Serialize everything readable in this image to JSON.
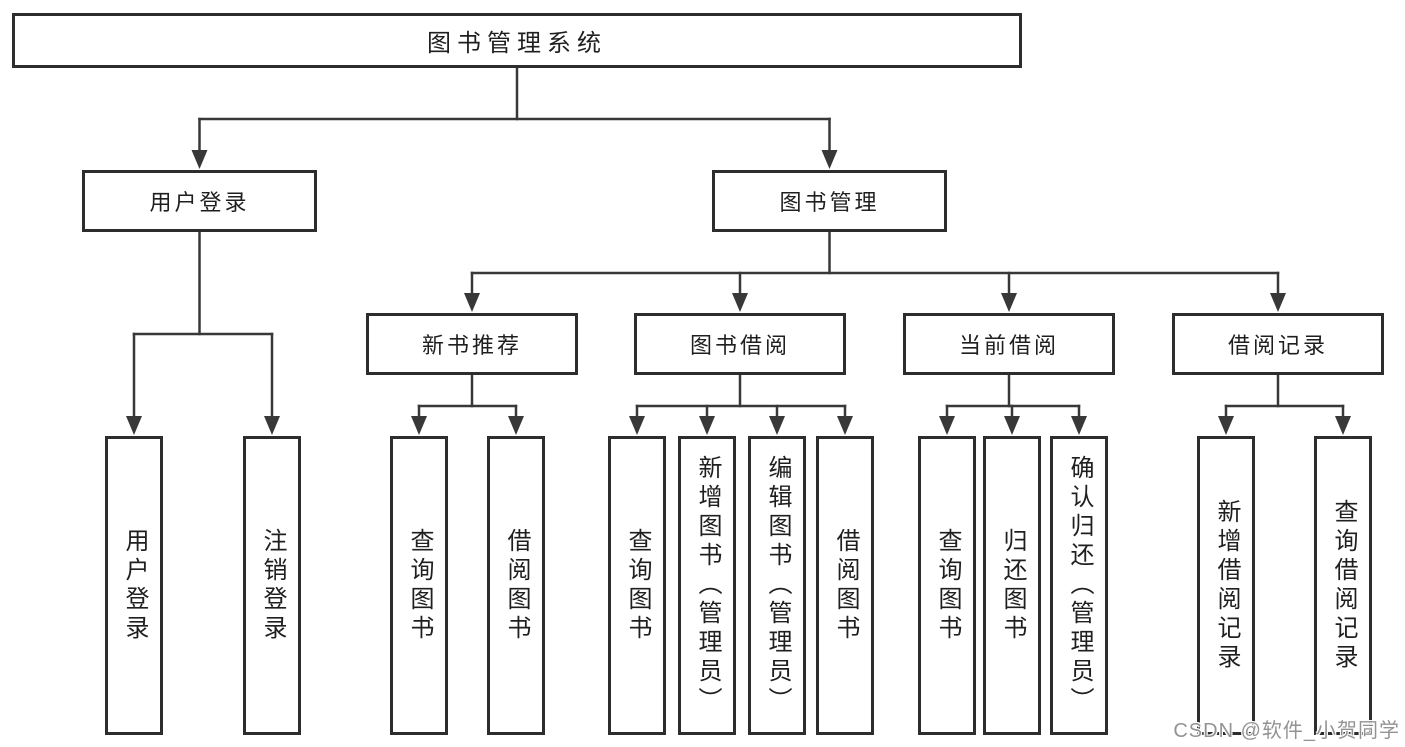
{
  "diagram": {
    "title": "图书管理系统",
    "watermark": "CSDN @软件_小贺同学",
    "colors": {
      "line": "#383838",
      "box_border": "#2d2d2d",
      "box_fill": "#ffffff",
      "text": "#1f1f1f",
      "watermark_text": "#808080"
    },
    "nodes": {
      "root": {
        "label": "图书管理系统"
      },
      "user_login": {
        "label": "用户登录"
      },
      "book_mgmt": {
        "label": "图书管理"
      },
      "new_book_rec": {
        "label": "新书推荐"
      },
      "book_borrow": {
        "label": "图书借阅"
      },
      "current_borrow": {
        "label": "当前借阅"
      },
      "borrow_record": {
        "label": "借阅记录"
      },
      "leaf_user_login": {
        "label": "用户登录"
      },
      "leaf_logout": {
        "label": "注销登录"
      },
      "leaf_rec_query": {
        "label": "查询图书"
      },
      "leaf_rec_borrow": {
        "label": "借阅图书"
      },
      "leaf_bb_query": {
        "label": "查询图书"
      },
      "leaf_bb_add": {
        "label": "新增图书（管理员）"
      },
      "leaf_bb_edit": {
        "label": "编辑图书（管理员）"
      },
      "leaf_bb_borrow": {
        "label": "借阅图书"
      },
      "leaf_cb_query": {
        "label": "查询图书"
      },
      "leaf_cb_return": {
        "label": "归还图书"
      },
      "leaf_cb_confirm": {
        "label": "确认归还（管理员）"
      },
      "leaf_br_add": {
        "label": "新增借阅记录"
      },
      "leaf_br_query": {
        "label": "查询借阅记录"
      }
    },
    "edges": [
      {
        "from": "root",
        "to": [
          "user_login",
          "book_mgmt"
        ]
      },
      {
        "from": "user_login",
        "to": [
          "leaf_user_login",
          "leaf_logout"
        ]
      },
      {
        "from": "book_mgmt",
        "to": [
          "new_book_rec",
          "book_borrow",
          "current_borrow",
          "borrow_record"
        ]
      },
      {
        "from": "new_book_rec",
        "to": [
          "leaf_rec_query",
          "leaf_rec_borrow"
        ]
      },
      {
        "from": "book_borrow",
        "to": [
          "leaf_bb_query",
          "leaf_bb_add",
          "leaf_bb_edit",
          "leaf_bb_borrow"
        ]
      },
      {
        "from": "current_borrow",
        "to": [
          "leaf_cb_query",
          "leaf_cb_return",
          "leaf_cb_confirm"
        ]
      },
      {
        "from": "borrow_record",
        "to": [
          "leaf_br_add",
          "leaf_br_query"
        ]
      }
    ]
  }
}
